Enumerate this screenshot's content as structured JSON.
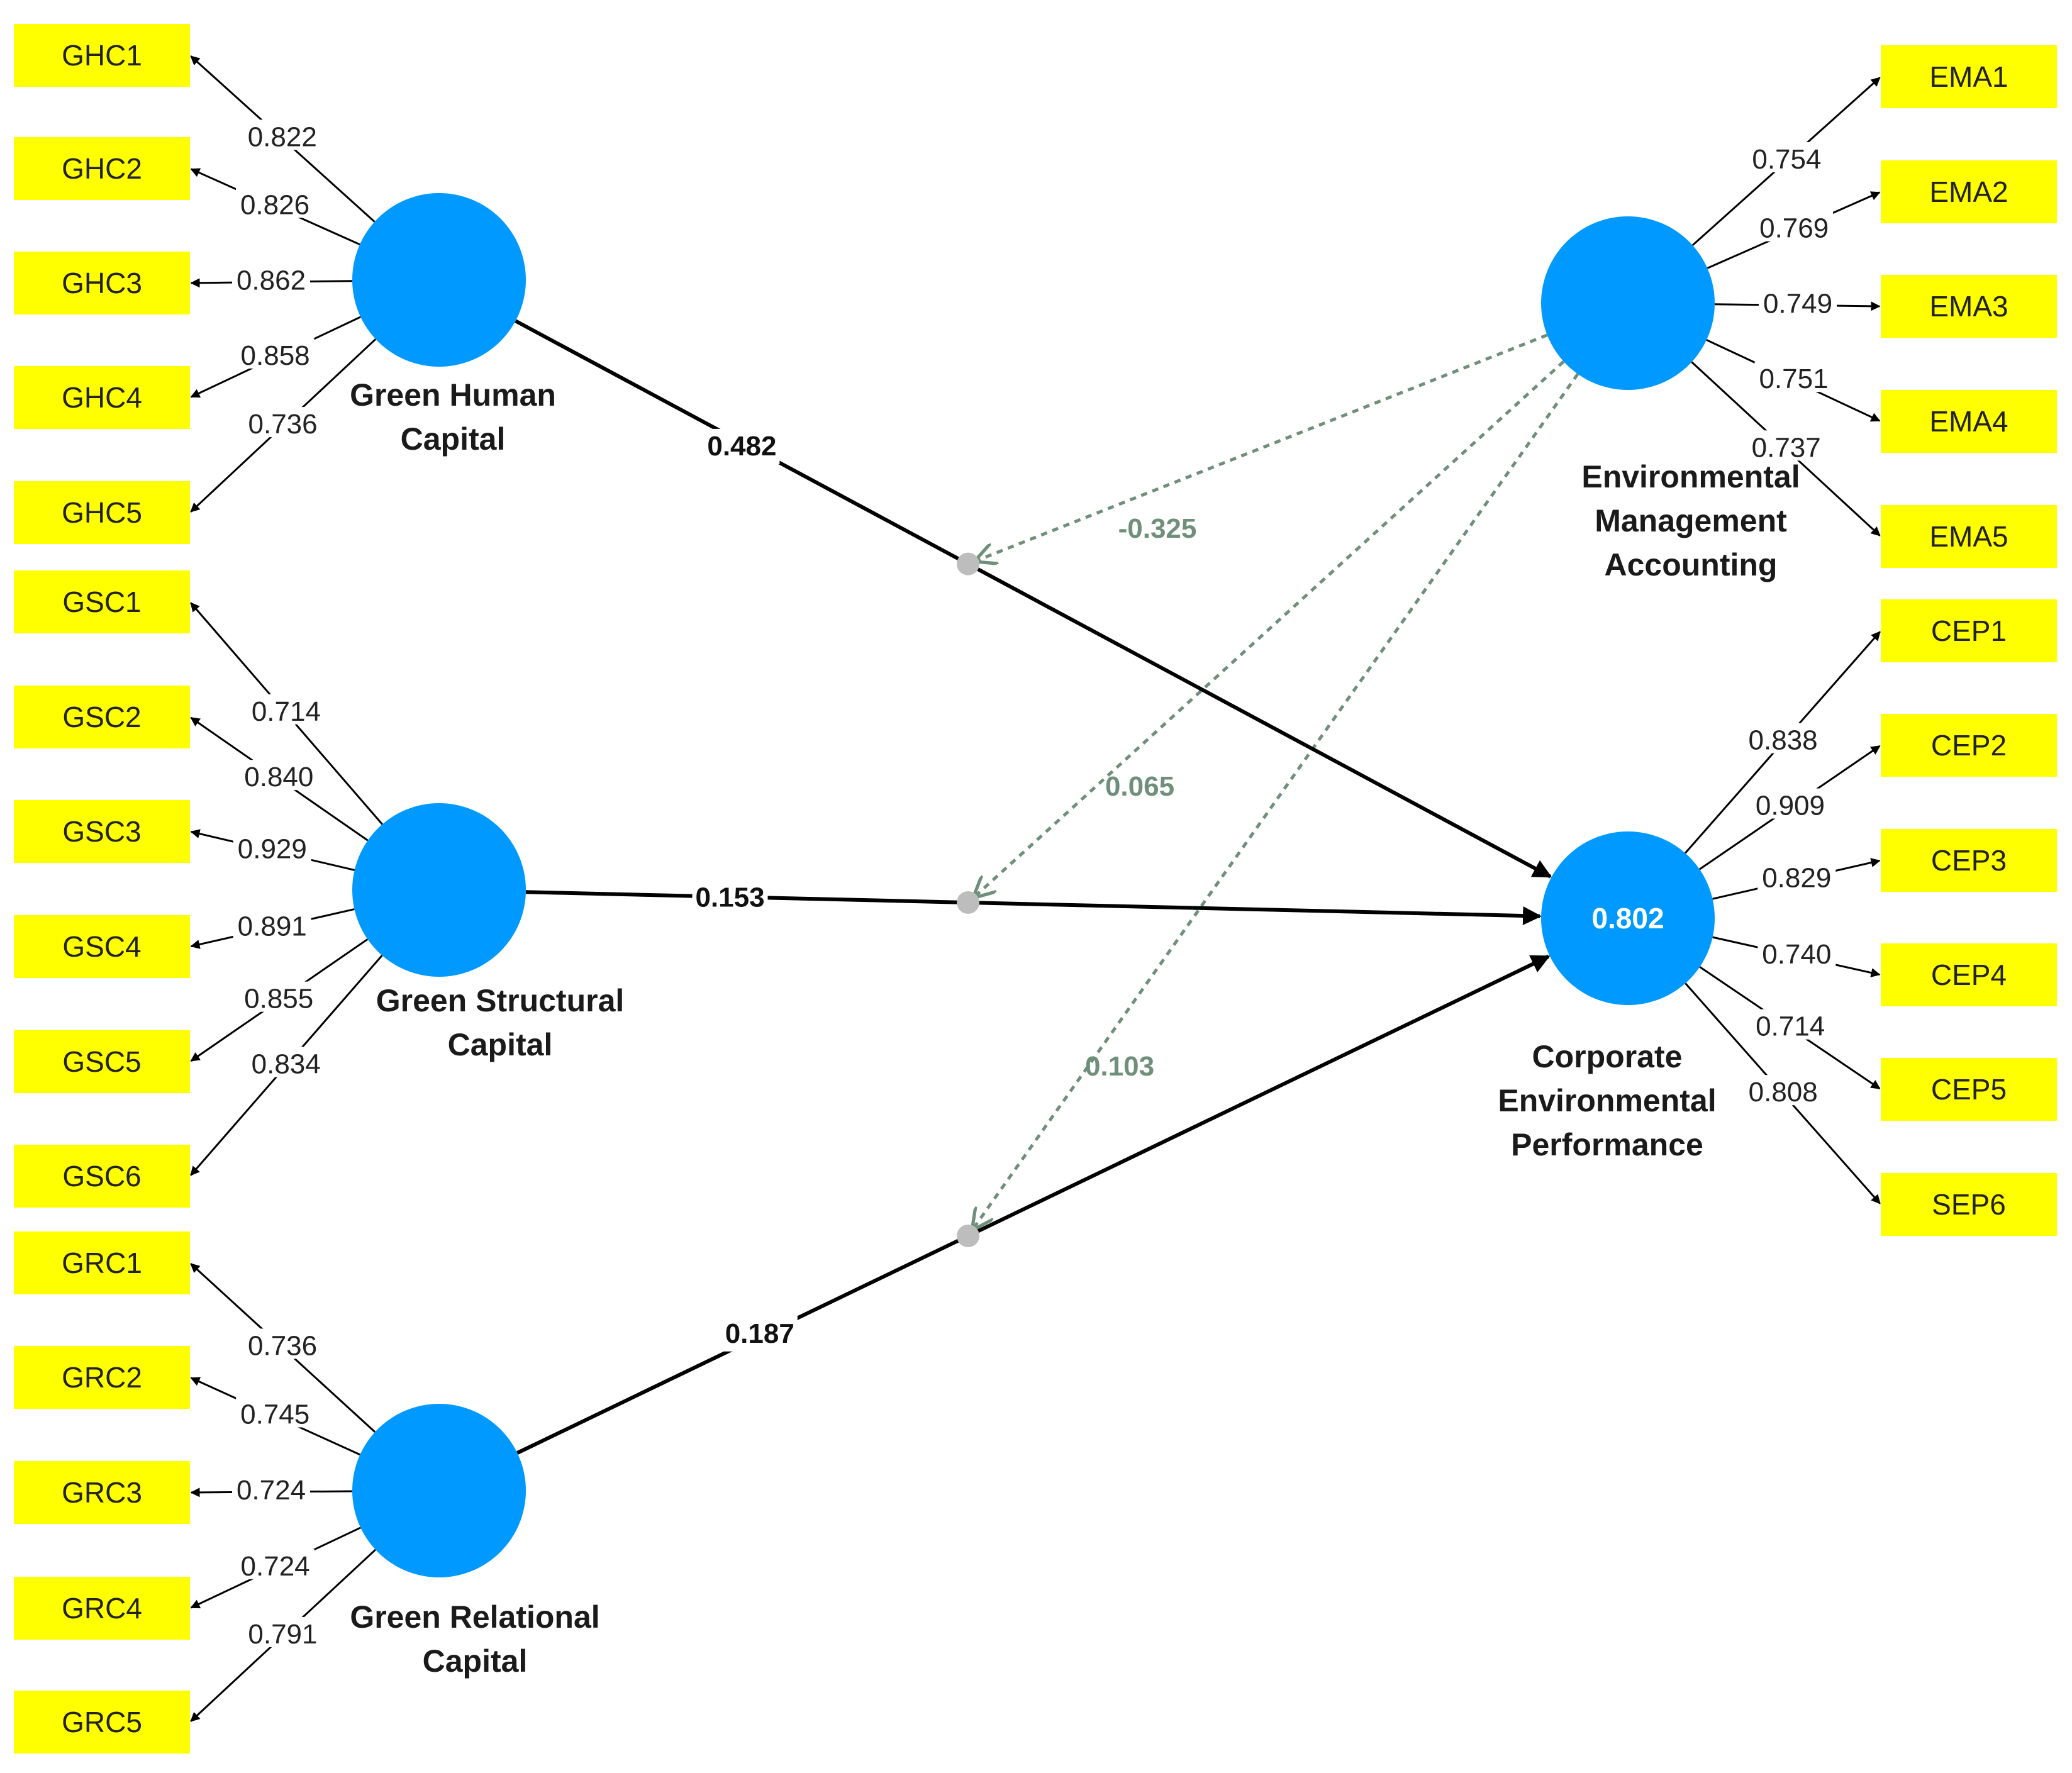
{
  "diagram": {
    "constructs": [
      {
        "id": "ghc",
        "name_lines": [
          "Green Human",
          "Capital"
        ]
      },
      {
        "id": "gsc",
        "name_lines": [
          "Green Structural",
          "Capital"
        ]
      },
      {
        "id": "grc",
        "name_lines": [
          "Green Relational",
          "Capital"
        ]
      },
      {
        "id": "ema",
        "name_lines": [
          "Environmental",
          "Management",
          "Accounting"
        ]
      },
      {
        "id": "cep",
        "name_lines": [
          "Corporate",
          "Environmental",
          "Performance"
        ],
        "r_squared": "0.802"
      }
    ],
    "indicators": {
      "ghc": [
        {
          "label": "GHC1",
          "loading": "0.822"
        },
        {
          "label": "GHC2",
          "loading": "0.826"
        },
        {
          "label": "GHC3",
          "loading": "0.862"
        },
        {
          "label": "GHC4",
          "loading": "0.858"
        },
        {
          "label": "GHC5",
          "loading": "0.736"
        }
      ],
      "gsc": [
        {
          "label": "GSC1",
          "loading": "0.714"
        },
        {
          "label": "GSC2",
          "loading": "0.840"
        },
        {
          "label": "GSC3",
          "loading": "0.929"
        },
        {
          "label": "GSC4",
          "loading": "0.891"
        },
        {
          "label": "GSC5",
          "loading": "0.855"
        },
        {
          "label": "GSC6",
          "loading": "0.834"
        }
      ],
      "grc": [
        {
          "label": "GRC1",
          "loading": "0.736"
        },
        {
          "label": "GRC2",
          "loading": "0.745"
        },
        {
          "label": "GRC3",
          "loading": "0.724"
        },
        {
          "label": "GRC4",
          "loading": "0.724"
        },
        {
          "label": "GRC5",
          "loading": "0.791"
        }
      ],
      "ema": [
        {
          "label": "EMA1",
          "loading": "0.754"
        },
        {
          "label": "EMA2",
          "loading": "0.769"
        },
        {
          "label": "EMA3",
          "loading": "0.749"
        },
        {
          "label": "EMA4",
          "loading": "0.751"
        },
        {
          "label": "EMA5",
          "loading": "0.737"
        }
      ],
      "cep": [
        {
          "label": "CEP1",
          "loading": "0.838"
        },
        {
          "label": "CEP2",
          "loading": "0.909"
        },
        {
          "label": "CEP3",
          "loading": "0.829"
        },
        {
          "label": "CEP4",
          "loading": "0.740"
        },
        {
          "label": "CEP5",
          "loading": "0.714"
        },
        {
          "label": "SEP6",
          "loading": "0.808"
        }
      ]
    },
    "paths": [
      {
        "from": "ghc",
        "to": "cep",
        "coefficient": "0.482"
      },
      {
        "from": "gsc",
        "to": "cep",
        "coefficient": "0.153"
      },
      {
        "from": "grc",
        "to": "cep",
        "coefficient": "0.187"
      }
    ],
    "moderations": [
      {
        "moderator": "ema",
        "on_path": "ghc",
        "coefficient": "-0.325"
      },
      {
        "moderator": "ema",
        "on_path": "gsc",
        "coefficient": "0.065"
      },
      {
        "moderator": "ema",
        "on_path": "grc",
        "coefficient": "0.103"
      }
    ],
    "colors": {
      "construct_fill": "#0099ff",
      "indicator_fill": "#ffff00",
      "path_stroke": "#000000",
      "moderation_stroke": "#6f8f7a",
      "moderation_dot": "#bdbdbd"
    }
  }
}
